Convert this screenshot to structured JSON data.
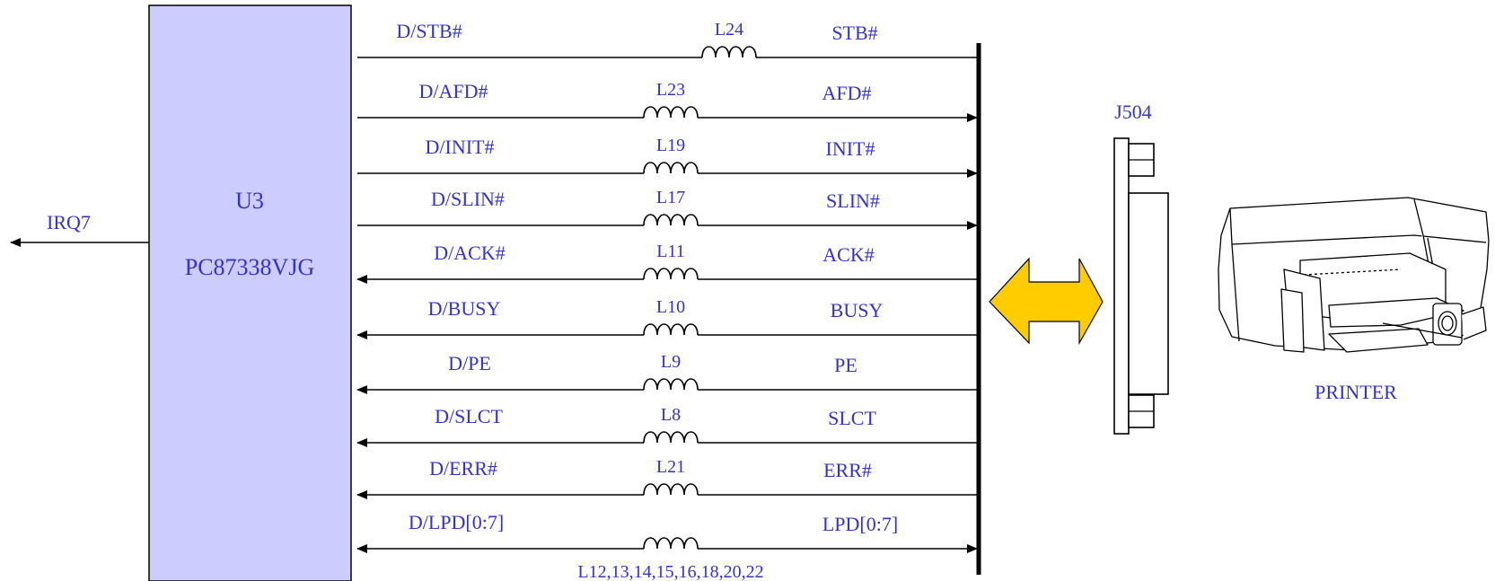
{
  "chip": {
    "ref": "U3",
    "part": "PC87338VJG",
    "fill": "#ccccff"
  },
  "irq": {
    "label": "IRQ7"
  },
  "connector": {
    "label": "J504"
  },
  "printer": {
    "label": "PRINTER"
  },
  "arrow_color": "#ffcc00",
  "text_color": "#3333cc",
  "signals": [
    {
      "chip_side": "D/STB#",
      "inductor": "L24",
      "port_side": "STB#",
      "direction": "none"
    },
    {
      "chip_side": "D/AFD#",
      "inductor": "L23",
      "port_side": "AFD#",
      "direction": "to-port"
    },
    {
      "chip_side": "D/INIT#",
      "inductor": "L19",
      "port_side": "INIT#",
      "direction": "to-port"
    },
    {
      "chip_side": "D/SLIN#",
      "inductor": "L17",
      "port_side": "SLIN#",
      "direction": "to-port"
    },
    {
      "chip_side": "D/ACK#",
      "inductor": "L11",
      "port_side": "ACK#",
      "direction": "to-chip"
    },
    {
      "chip_side": "D/BUSY",
      "inductor": "L10",
      "port_side": "BUSY",
      "direction": "to-chip"
    },
    {
      "chip_side": "D/PE",
      "inductor": "L9",
      "port_side": "PE",
      "direction": "to-chip"
    },
    {
      "chip_side": "D/SLCT",
      "inductor": "L8",
      "port_side": "SLCT",
      "direction": "to-chip"
    },
    {
      "chip_side": "D/ERR#",
      "inductor": "L21",
      "port_side": "ERR#",
      "direction": "to-chip"
    },
    {
      "chip_side": "D/LPD[0:7]",
      "inductor": "L12,13,14,15,16,18,20,22",
      "port_side": "LPD[0:7]",
      "direction": "both"
    }
  ]
}
